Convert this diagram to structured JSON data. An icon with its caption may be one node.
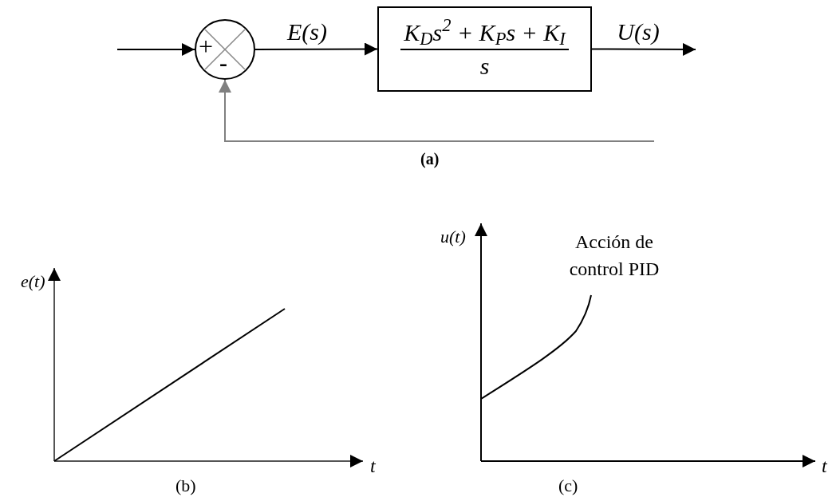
{
  "diagram": {
    "nodes": [
      {
        "text": [
          "+",
          "-"
        ]
      },
      {
        "text": [
          "K$_{D}$s$^{2}$ + K$_{P}$s + K$_{I}$",
          "s"
        ]
      }
    ],
    "edges": [
      {
        "from": null,
        "to": 0,
        "arrow": "to"
      },
      {
        "from": 0,
        "to": 1,
        "arrow": "to",
        "label": "E(s)"
      },
      {
        "from": 1,
        "to": null,
        "arrow": "to",
        "label": "U(s)"
      },
      {
        "from": null,
        "to": 0,
        "arrow": "to",
        "color": "#808080"
      }
    ],
    "labels": [
      "(a)",
      "e(t)",
      "t",
      "(b)",
      "u(t)",
      "Acción de control PID",
      "t",
      "(c)"
    ]
  }
}
